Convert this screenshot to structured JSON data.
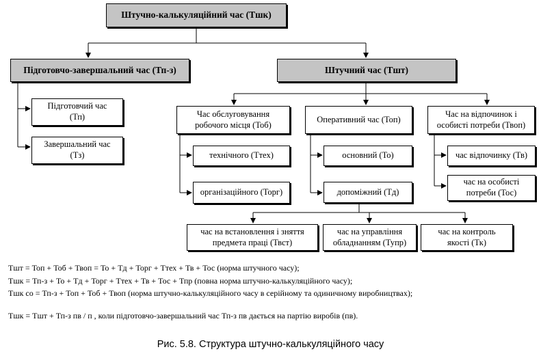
{
  "diagram": {
    "root": "Штучно-калькуляційний час (Тшк)",
    "prep_final": "Підготовчо-завершальний час (Тп-з)",
    "piece": "Штучний час (Тшт)",
    "prep": "Підготовчий час (Тп)",
    "final": "Завершальний час (Тз)",
    "service": "Час обслуговування робочого місця (Тоб)",
    "operative": "Оперативний час (Топ)",
    "rest": "Час на відпочинок і особисті потреби (Твоп)",
    "technical": "технічного (Ттех)",
    "organizational": "організаційного (Торг)",
    "main_time": "основний (То)",
    "auxiliary": "допоміжний (Тд)",
    "rest_time": "час відпочинку (Тв)",
    "personal": "час на особисті потреби (Тос)",
    "setup": "час на встановлення і зняття предмета праці (Твст)",
    "equipment": "час на управління обладнанням (Тупр)",
    "quality": "час на контроль якості (Тк)"
  },
  "formulas": {
    "f1": "Тшт = Топ + Тоб + Твоп = То + Тд + Торг + Ттех + Тв + Тос (норма штучного часу);",
    "f2": "Тшк = Тп-з + То + Тд + Торг + Ттех + Тв + Тос + Тпр (повна норма штучно-калькуляційного часу);",
    "f3": "Тшк со = Тп-з + Топ + Тоб + Твоп (норма штучно-калькуляційного часу в серійному та одиничному виробництвах);",
    "f4": "Тшк = Тшт + Тп-з пв / п , коли підготовчо-завершальний час Тп-з пв дається на партію виробів (пв)."
  },
  "caption": "Рис. 5.8. Структура штучно-калькуляційного часу"
}
